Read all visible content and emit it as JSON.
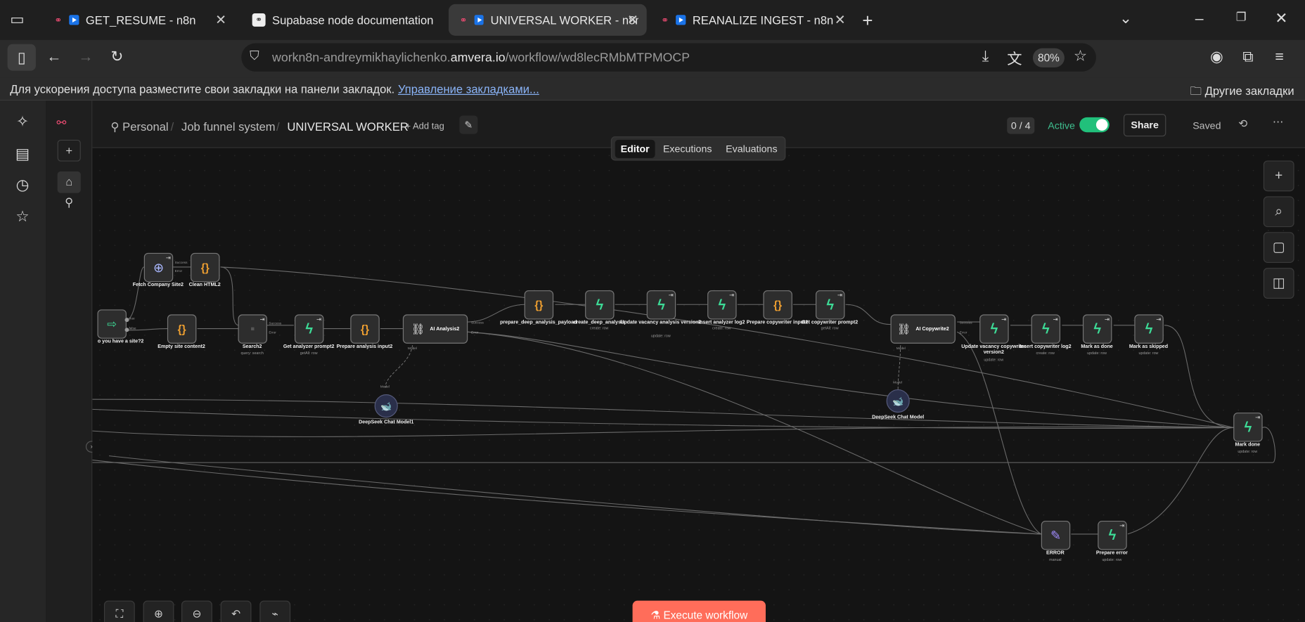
{
  "browser": {
    "tabs": [
      {
        "title": "GET_RESUME - n8n",
        "icon": "n8n-icon"
      },
      {
        "title": "Supabase node documentation",
        "icon": "supabase-icon"
      },
      {
        "title": "UNIVERSAL WORKER - n8n",
        "icon": "n8n-icon",
        "active": true
      },
      {
        "title": "REANALIZE INGEST - n8n",
        "icon": "n8n-icon"
      }
    ],
    "url_host": "workn8n-andreymikhaylichenko.",
    "url_domain": "amvera.io",
    "url_path": "/workflow/wd8lecRMbMTPMOCP",
    "zoom": "80%",
    "bookmarks_msg": "Для ускорения доступа разместите свои закладки на панели закладок.",
    "bookmarks_link": "Управление закладками...",
    "other_bookmarks": "Другие закладки"
  },
  "header": {
    "crumb_personal": "Personal",
    "crumb_project": "Job funnel system",
    "crumb_sep": "/",
    "title": "UNIVERSAL WORKER",
    "add_tag": "+ Add tag",
    "counter": "0 / 4",
    "active_label": "Active",
    "share": "Share",
    "saved": "Saved"
  },
  "tabs": {
    "editor": "Editor",
    "executions": "Executions",
    "evaluations": "Evaluations"
  },
  "execute_label": "Execute workflow",
  "nodes": [
    {
      "id": "n1",
      "label": "o you have a site?2",
      "sub": "",
      "type": "if"
    },
    {
      "id": "n2",
      "label": "Fetch Company Site2",
      "sub": "",
      "type": "web"
    },
    {
      "id": "n3",
      "label": "Clean HTML2",
      "sub": "",
      "type": "code"
    },
    {
      "id": "n4",
      "label": "Empty site content2",
      "sub": "",
      "type": "code"
    },
    {
      "id": "n5",
      "label": "Search2",
      "sub": "query: search",
      "type": "sb"
    },
    {
      "id": "n6",
      "label": "Get analyzer prompt2",
      "sub": "getAll: row",
      "type": "bolt"
    },
    {
      "id": "n7",
      "label": "Prepare analysis input2",
      "sub": "",
      "type": "code"
    },
    {
      "id": "n8",
      "label": "AI Analysis2",
      "sub": "",
      "type": "link"
    },
    {
      "id": "n9",
      "label": "DeepSeek Chat Model1",
      "sub": "",
      "type": "model"
    },
    {
      "id": "n10",
      "label": "prepare_deep_analysis_payload",
      "sub": "",
      "type": "code"
    },
    {
      "id": "n11",
      "label": "create_deep_analysis",
      "sub": "create: row",
      "type": "bolt"
    },
    {
      "id": "n12",
      "label": "Update vacancy analysis version2",
      "sub": "update: row",
      "type": "bolt"
    },
    {
      "id": "n13",
      "label": "Insert analyzer log2",
      "sub": "create: row",
      "type": "bolt"
    },
    {
      "id": "n14",
      "label": "Prepare copywriter input2",
      "sub": "",
      "type": "code"
    },
    {
      "id": "n15",
      "label": "Get copywriter prompt2",
      "sub": "getAll: row",
      "type": "bolt"
    },
    {
      "id": "n16",
      "label": "AI Copywrite2",
      "sub": "",
      "type": "link"
    },
    {
      "id": "n17",
      "label": "DeepSeek Chat Model",
      "sub": "",
      "type": "model"
    },
    {
      "id": "n18",
      "label": "Update vacancy copywriter version2",
      "sub": "update: row",
      "type": "bolt"
    },
    {
      "id": "n19",
      "label": "Insert copywriter log2",
      "sub": "create: row",
      "type": "bolt"
    },
    {
      "id": "n20",
      "label": "Mark as done",
      "sub": "update: row",
      "type": "bolt"
    },
    {
      "id": "n21",
      "label": "Mark as skipped",
      "sub": "update: row",
      "type": "bolt"
    },
    {
      "id": "n22",
      "label": "Mark done",
      "sub": "update: row",
      "type": "bolt"
    },
    {
      "id": "n23",
      "label": "ERROR",
      "sub": "manual",
      "type": "pen"
    },
    {
      "id": "n24",
      "label": "Prepare error",
      "sub": "update: row",
      "type": "bolt"
    }
  ],
  "port_labels": {
    "true": "true",
    "false": "false",
    "success": "Success",
    "error": "Error",
    "model": "Model"
  },
  "colors": {
    "accent": "#ff6d5a",
    "active": "#21c07b",
    "bolt": "#3ddc97",
    "code": "#f0a030"
  }
}
